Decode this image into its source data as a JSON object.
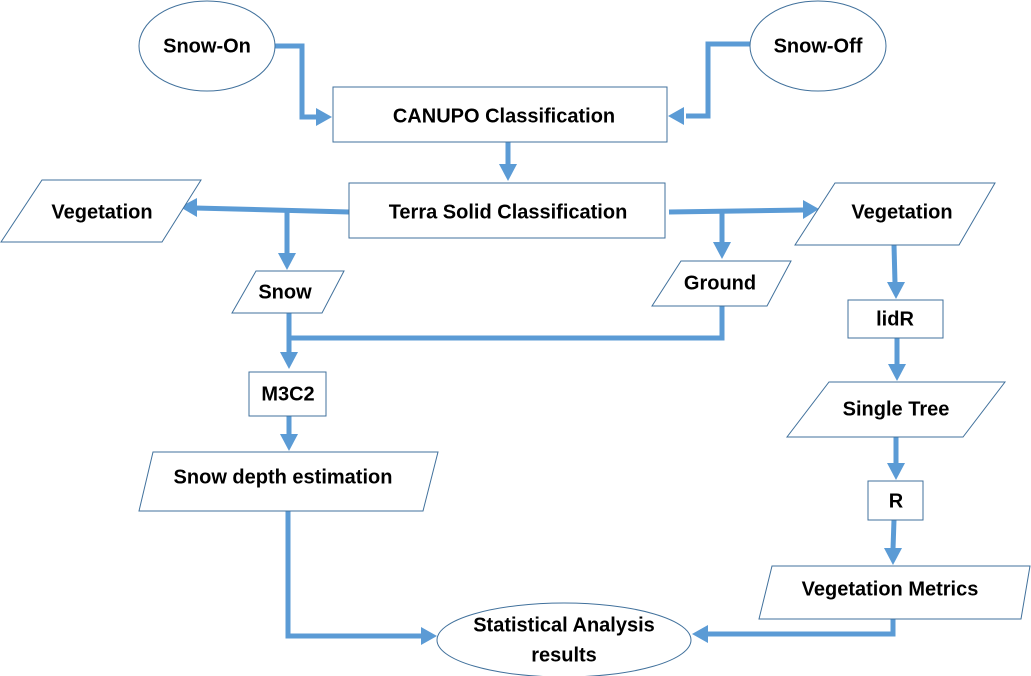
{
  "diagram": {
    "type": "flowchart",
    "colors": {
      "connector": "#5b9bd5",
      "shape_border": "#41719c",
      "text": "#000000",
      "background": "#ffffff"
    },
    "nodes": {
      "snow_on": {
        "label": "Snow-On",
        "shape": "ellipse"
      },
      "snow_off": {
        "label": "Snow-Off",
        "shape": "ellipse"
      },
      "canupo": {
        "label": "CANUPO Classification",
        "shape": "process"
      },
      "terra_solid": {
        "label": "Terra Solid Classification",
        "shape": "process"
      },
      "vegetation_left": {
        "label": "Vegetation",
        "shape": "data"
      },
      "vegetation_right": {
        "label": "Vegetation",
        "shape": "data"
      },
      "snow": {
        "label": "Snow",
        "shape": "data"
      },
      "ground": {
        "label": "Ground",
        "shape": "data"
      },
      "m3c2": {
        "label": "M3C2",
        "shape": "process"
      },
      "snow_depth": {
        "label": "Snow depth estimation",
        "shape": "data"
      },
      "lidr": {
        "label": "lidR",
        "shape": "process"
      },
      "single_tree": {
        "label": "Single Tree",
        "shape": "data"
      },
      "r": {
        "label": "R",
        "shape": "process"
      },
      "veg_metrics": {
        "label": "Vegetation Metrics",
        "shape": "data"
      },
      "stats_line1": {
        "label": "Statistical Analysis",
        "shape": "ellipse"
      },
      "stats_line2": {
        "label": "results",
        "shape": "ellipse"
      }
    },
    "edges": [
      {
        "from": "Snow-On",
        "to": "CANUPO Classification"
      },
      {
        "from": "Snow-Off",
        "to": "CANUPO Classification"
      },
      {
        "from": "CANUPO Classification",
        "to": "Terra Solid Classification"
      },
      {
        "from": "Terra Solid Classification",
        "to": "Vegetation (left)"
      },
      {
        "from": "Terra Solid Classification",
        "to": "Snow"
      },
      {
        "from": "Terra Solid Classification",
        "to": "Ground"
      },
      {
        "from": "Terra Solid Classification",
        "to": "Vegetation (right)"
      },
      {
        "from": "Snow",
        "to": "M3C2"
      },
      {
        "from": "Ground",
        "to": "M3C2"
      },
      {
        "from": "M3C2",
        "to": "Snow depth estimation"
      },
      {
        "from": "Snow depth estimation",
        "to": "Statistical Analysis results"
      },
      {
        "from": "Vegetation (right)",
        "to": "lidR"
      },
      {
        "from": "lidR",
        "to": "Single Tree"
      },
      {
        "from": "Single Tree",
        "to": "R"
      },
      {
        "from": "R",
        "to": "Vegetation Metrics"
      },
      {
        "from": "Vegetation Metrics",
        "to": "Statistical Analysis results"
      }
    ]
  }
}
